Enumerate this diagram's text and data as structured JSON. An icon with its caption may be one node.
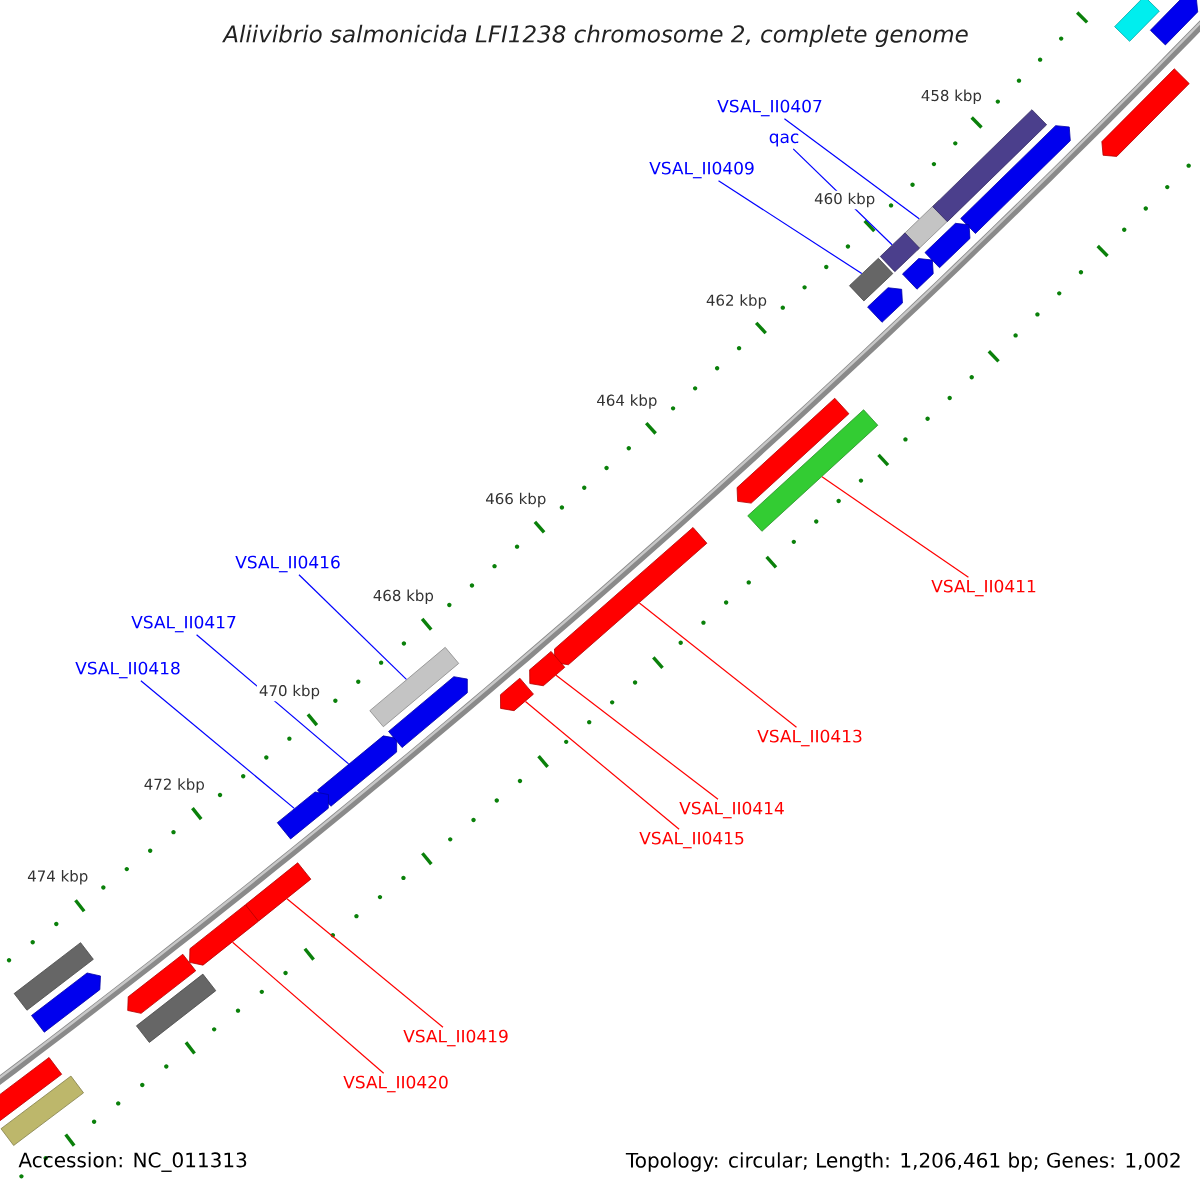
{
  "diagram": {
    "title": "Aliivibrio salmonicida LFI1238 chromosome 2, complete genome",
    "nodes": [
      {
        "text": [
          "VSAL_II0407"
        ]
      },
      {
        "text": [
          "qac"
        ]
      },
      {
        "text": [
          "VSAL_II0409"
        ]
      },
      {
        "text": [
          "VSAL_II0411"
        ]
      },
      {
        "text": [
          "VSAL_II0413"
        ]
      },
      {
        "text": [
          "VSAL_II0414"
        ]
      },
      {
        "text": [
          "VSAL_II0415"
        ]
      },
      {
        "text": [
          "VSAL_II0416"
        ]
      },
      {
        "text": [
          "VSAL_II0417"
        ]
      },
      {
        "text": [
          "VSAL_II0418"
        ]
      },
      {
        "text": [
          "VSAL_II0419"
        ]
      },
      {
        "text": [
          "VSAL_II0420"
        ]
      },
      {
        "text": [],
        "shape": "bar"
      },
      {
        "text": [],
        "shape": "bar"
      },
      {
        "text": [],
        "shape": "bar"
      },
      {
        "text": [],
        "shape": "bar"
      },
      {
        "text": [],
        "shape": "pentagon"
      },
      {
        "text": [],
        "shape": "pentagon"
      },
      {
        "text": [],
        "shape": "pentagon"
      },
      {
        "text": [],
        "shape": "bar"
      },
      {
        "text": [],
        "shape": "pentagon"
      },
      {
        "text": [],
        "shape": "pentagon"
      },
      {
        "text": [],
        "shape": "pentagon"
      },
      {
        "text": [],
        "shape": "pentagon"
      },
      {
        "text": [],
        "shape": "bar"
      },
      {
        "text": [],
        "shape": "pentagon"
      },
      {
        "text": [],
        "shape": "pentagon"
      },
      {
        "text": [],
        "shape": "bar"
      },
      {
        "text": [],
        "shape": "pentagon"
      },
      {
        "text": [],
        "shape": "pentagon"
      },
      {
        "text": [],
        "shape": "pentagon"
      },
      {
        "text": [],
        "shape": "pentagon"
      },
      {
        "text": [],
        "shape": "pentagon"
      },
      {
        "text": [],
        "shape": "pentagon"
      },
      {
        "text": [],
        "shape": "bar"
      },
      {
        "text": [],
        "shape": "pentagon"
      },
      {
        "text": [],
        "shape": "bar"
      },
      {
        "text": [],
        "shape": "pentagon"
      },
      {
        "text": [],
        "shape": "pentagon"
      },
      {
        "text": [],
        "shape": "bar"
      }
    ],
    "edges": [
      {
        "from": 0,
        "to": 12,
        "arrow": "none",
        "color": "#0000ff"
      },
      {
        "from": 1,
        "to": 13,
        "arrow": "none",
        "color": "#0000ff"
      },
      {
        "from": 2,
        "to": 14,
        "arrow": "none",
        "color": "#0000ff"
      },
      {
        "from": 3,
        "to": 15,
        "arrow": "none",
        "color": "#ff0000"
      },
      {
        "from": 4,
        "to": 16,
        "arrow": "none",
        "color": "#ff0000"
      },
      {
        "from": 5,
        "to": 17,
        "arrow": "none",
        "color": "#ff0000"
      },
      {
        "from": 6,
        "to": 18,
        "arrow": "none",
        "color": "#ff0000"
      },
      {
        "from": 7,
        "to": 19,
        "arrow": "none",
        "color": "#0000ff"
      },
      {
        "from": 8,
        "to": 20,
        "arrow": "none",
        "color": "#0000ff"
      },
      {
        "from": 9,
        "to": 21,
        "arrow": "none",
        "color": "#0000ff"
      },
      {
        "from": 10,
        "to": 22,
        "arrow": "none",
        "color": "#ff0000"
      },
      {
        "from": 11,
        "to": 23,
        "arrow": "none",
        "color": "#ff0000"
      }
    ],
    "labels": [
      "458 kbp",
      "460 kbp",
      "462 kbp",
      "464 kbp",
      "466 kbp",
      "468 kbp",
      "470 kbp",
      "472 kbp",
      "474 kbp",
      "Accession: NC_011313",
      "Topology: circular; Length: 1,206,461 bp; Genes: 1,002"
    ]
  }
}
